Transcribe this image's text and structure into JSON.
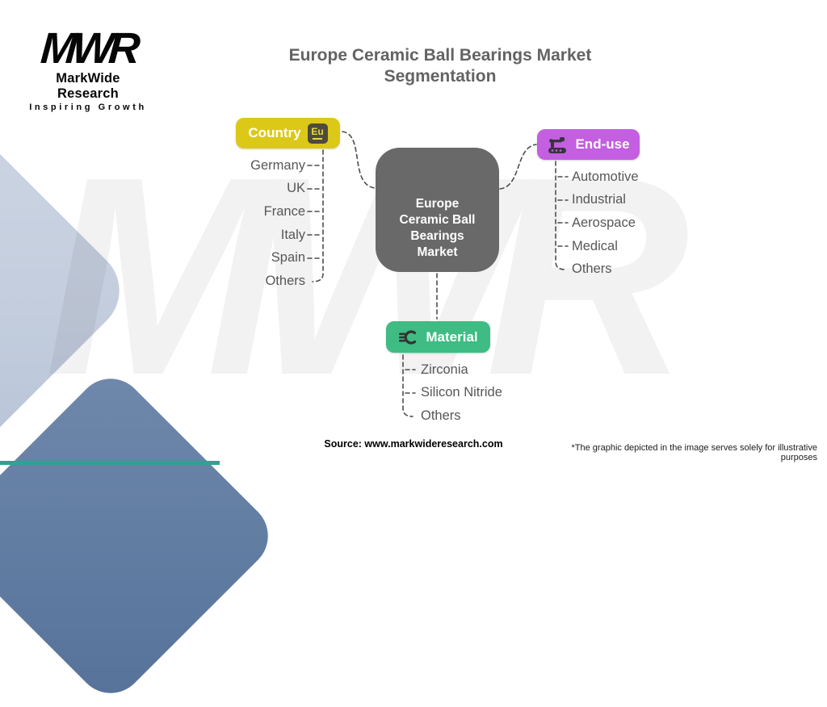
{
  "logo": {
    "acronym": "MWR",
    "name": "MarkWide Research",
    "tagline": "Inspiring Growth"
  },
  "title": {
    "line1": "Europe Ceramic Ball Bearings Market",
    "line2": "Segmentation"
  },
  "center_node": {
    "label": "Europe Ceramic Ball Bearings Market",
    "lines": [
      "Europe",
      "Ceramic Ball",
      "Bearings",
      "Market"
    ],
    "color": "#696969"
  },
  "branches": {
    "country": {
      "label": "Country",
      "icon": "eu-element-icon",
      "icon_text": "Eu",
      "color": "#dcc917",
      "items": [
        "Germany",
        "UK",
        "France",
        "Italy",
        "Spain",
        "Others"
      ]
    },
    "end_use": {
      "label": "End-use",
      "icon": "robot-arm-icon",
      "color": "#c35fe0",
      "items": [
        "Automotive",
        "Industrial",
        "Aerospace",
        "Medical",
        "Others"
      ]
    },
    "material": {
      "label": "Material",
      "icon": "material-icon",
      "color": "#3ebc83",
      "items": [
        "Zirconia",
        "Silicon Nitride",
        "Others"
      ]
    }
  },
  "footer": {
    "source": "Source: www.markwideresearch.com",
    "disclaimer": "*The graphic depicted in the image serves solely for illustrative purposes"
  },
  "watermark": "MWR",
  "decor_colors": {
    "light_shape": "#c3cddd",
    "dark_shape": "#5d7aa4",
    "teal_strip": "#2ea393"
  }
}
